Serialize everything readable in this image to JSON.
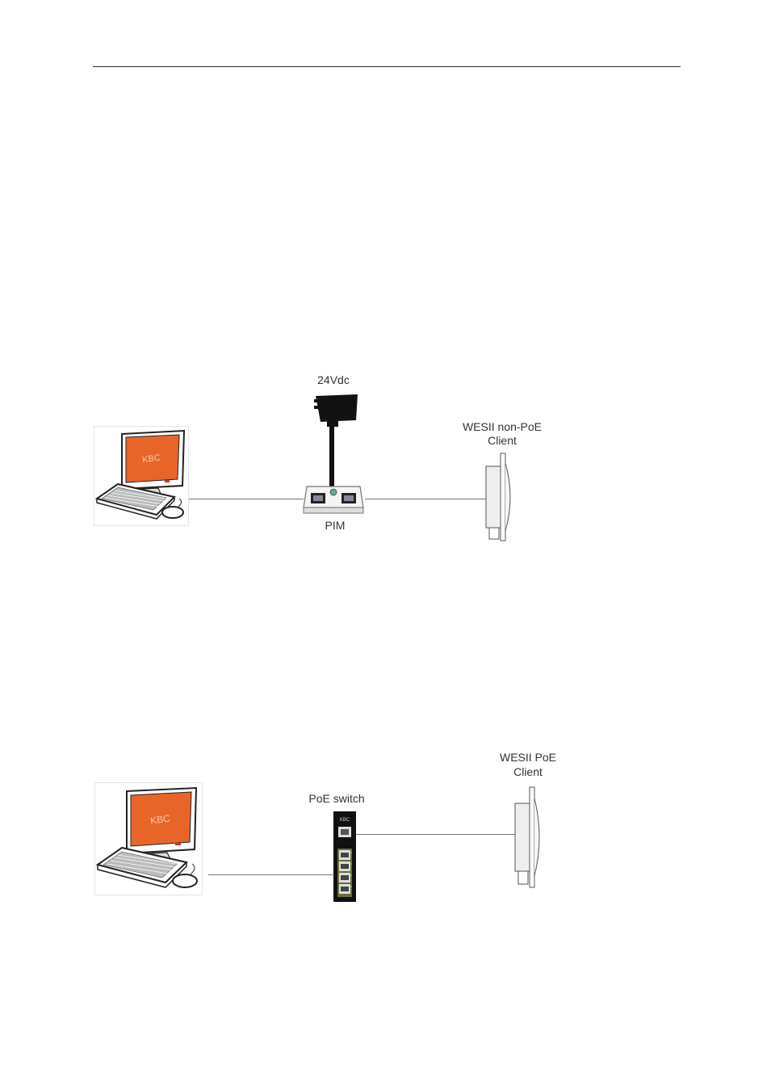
{
  "diagram_1": {
    "power_label": "24Vdc",
    "injector_label": "PIM",
    "client_label_line1": "WESII non-PoE",
    "client_label_line2": "Client",
    "screen_logo": "KBC"
  },
  "diagram_2": {
    "switch_label": "PoE switch",
    "client_label_line1": "WESII PoE",
    "client_label_line2": "Client",
    "screen_logo": "KBC",
    "switch_logo": "KBC"
  },
  "colors": {
    "screen_orange": "#e8652a",
    "cable_black": "#111111",
    "link_line": "#777777"
  }
}
